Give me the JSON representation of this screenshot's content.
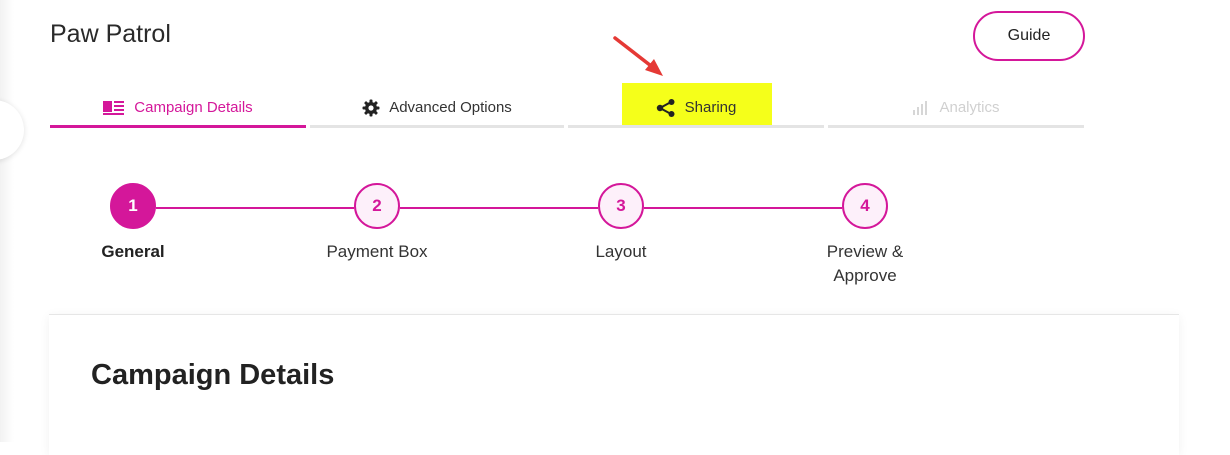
{
  "header": {
    "title": "Paw Patrol",
    "guide_label": "Guide"
  },
  "tabs": [
    {
      "label": "Campaign Details",
      "icon": "campaign-details-icon",
      "state": "active"
    },
    {
      "label": "Advanced Options",
      "icon": "gear-icon",
      "state": "normal"
    },
    {
      "label": "Sharing",
      "icon": "share-icon",
      "state": "highlighted"
    },
    {
      "label": "Analytics",
      "icon": "bar-chart-icon",
      "state": "disabled"
    }
  ],
  "steps": [
    {
      "number": "1",
      "label": "General",
      "state": "active"
    },
    {
      "number": "2",
      "label": "Payment Box",
      "state": "upcoming"
    },
    {
      "number": "3",
      "label": "Layout",
      "state": "upcoming"
    },
    {
      "number": "4",
      "label": "Preview &\nApprove",
      "state": "upcoming"
    }
  ],
  "section": {
    "title": "Campaign Details"
  },
  "colors": {
    "accent": "#d4179a",
    "highlight": "#f5ff1a",
    "annotation_arrow": "#e53935"
  }
}
